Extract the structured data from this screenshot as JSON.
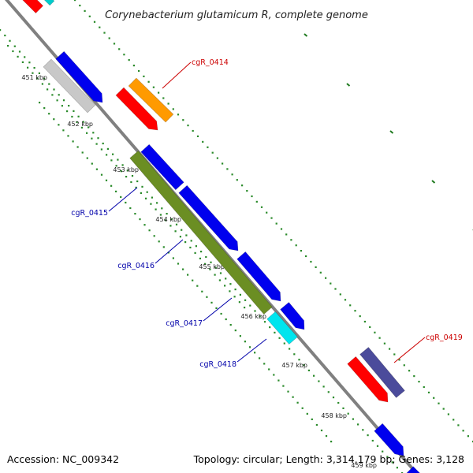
{
  "title": "Corynebacterium glutamicum R, complete genome",
  "footer": {
    "accession": "Accession: NC_009342",
    "summary": "Topology: circular; Length: 3,314,179 bp; Genes: 3,128"
  },
  "ticks": [
    "451 kbp",
    "452 kbp",
    "453 kbp",
    "454 kbp",
    "455 kbp",
    "456 kbp",
    "457 kbp",
    "458 kbp",
    "459 kbp"
  ],
  "gene_labels": [
    {
      "name": "cgR_0414",
      "color": "#cc0000"
    },
    {
      "name": "cgR_0415",
      "color": "#0000aa"
    },
    {
      "name": "cgR_0416",
      "color": "#0000aa"
    },
    {
      "name": "cgR_0417",
      "color": "#0000aa"
    },
    {
      "name": "cgR_0418",
      "color": "#0000aa"
    },
    {
      "name": "cgR_0419",
      "color": "#cc0000"
    }
  ],
  "colors": {
    "backbone": "#808080",
    "gc_dots": "#2a8a2a",
    "tick_marks": "#1f7a1f",
    "gene_blue": "#0000ee",
    "gene_red": "#ff0000",
    "gene_orange": "#ff9a00",
    "gene_olive": "#6b8e23",
    "gene_cyan": "#00e5ee",
    "gene_gray": "#c8c8c8",
    "gene_slate": "#4b4b9b"
  }
}
